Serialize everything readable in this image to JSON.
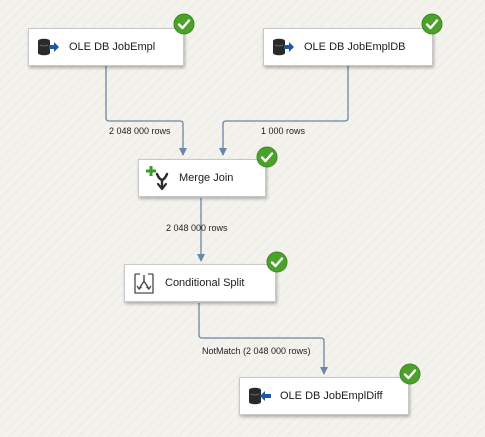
{
  "components": [
    {
      "id": "src1",
      "label": "OLE DB JobEmpl",
      "icon": "ole-db-source-icon",
      "status": "success"
    },
    {
      "id": "src2",
      "label": "OLE DB JobEmplDB",
      "icon": "ole-db-source-icon",
      "status": "success"
    },
    {
      "id": "merge",
      "label": "Merge Join",
      "icon": "merge-join-icon",
      "status": "success"
    },
    {
      "id": "split",
      "label": "Conditional Split",
      "icon": "conditional-split-icon",
      "status": "success"
    },
    {
      "id": "dest",
      "label": "OLE DB JobEmplDiff",
      "icon": "ole-db-destination-icon",
      "status": "success"
    }
  ],
  "paths": [
    {
      "from": "OLE DB JobEmpl",
      "to": "Merge Join",
      "label": "2 048 000 rows"
    },
    {
      "from": "OLE DB JobEmplDB",
      "to": "Merge Join",
      "label": "1 000 rows"
    },
    {
      "from": "Merge Join",
      "to": "Conditional Split",
      "label": "2 048 000 rows"
    },
    {
      "from": "Conditional Split",
      "to": "OLE DB JobEmplDiff",
      "label": "NotMatch (2 048 000 rows)"
    }
  ],
  "colors": {
    "path_line": "#6a86a8",
    "success_green": "#4ca12a",
    "db_icon_dark": "#2a2a2a",
    "arrow_blue": "#1c57a8",
    "add_green": "#3c9a2a"
  }
}
